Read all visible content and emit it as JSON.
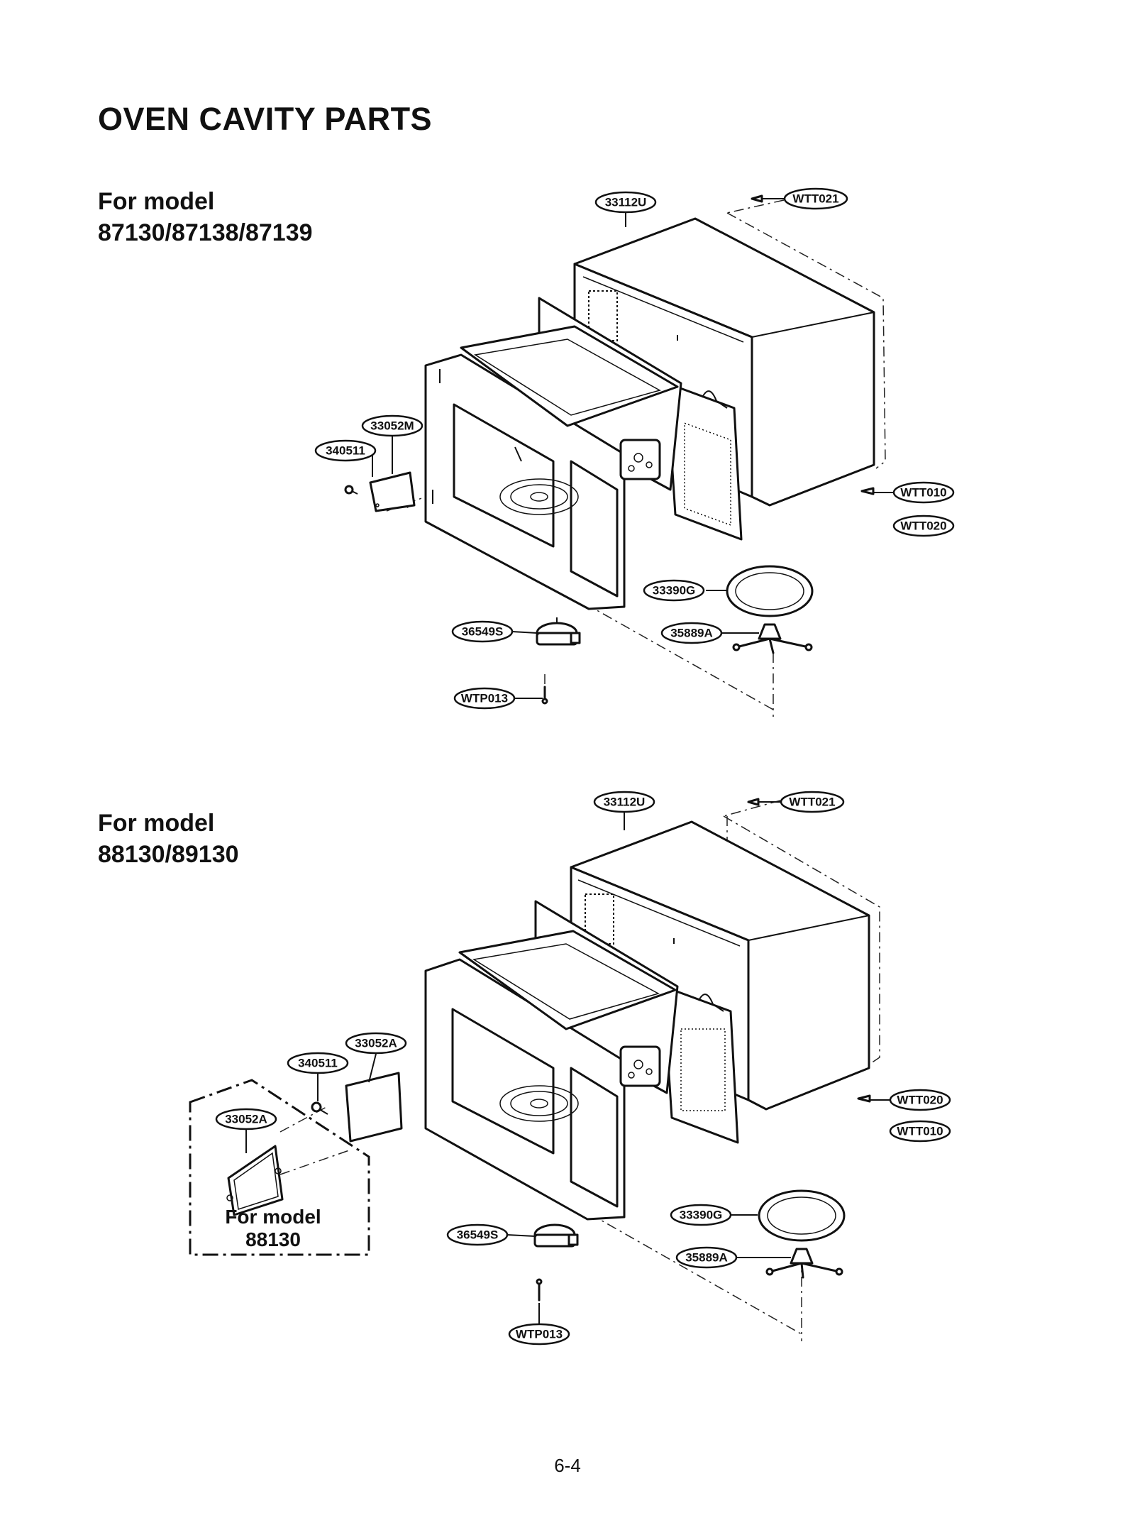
{
  "page": {
    "title": "OVEN CAVITY PARTS",
    "page_number": "6-4"
  },
  "diagrams": [
    {
      "model_line1": "For model",
      "model_line2": "87130/87138/87139",
      "parts": {
        "outer_case": "33112U",
        "case_screw_top": "WTT021",
        "case_screw_side_1": "WTT010",
        "case_screw_side_2": "WTT020",
        "cover_screw": "340511",
        "cover_plate": "33052M",
        "tray": "33390G",
        "roller_guide": "35889A",
        "motor": "36549S",
        "motor_screw": "WTP013"
      }
    },
    {
      "model_line1": "For model",
      "model_line2": "88130/89130",
      "parts": {
        "outer_case": "33112U",
        "case_screw_top": "WTT021",
        "case_screw_side_1": "WTT020",
        "case_screw_side_2": "WTT010",
        "cover_screw": "340511",
        "cover_plate": "33052A",
        "inset_cover_plate": "33052A",
        "tray": "33390G",
        "roller_guide": "35889A",
        "motor": "36549S",
        "motor_screw": "WTP013"
      },
      "inset": {
        "line1": "For model",
        "line2": "88130"
      }
    }
  ]
}
